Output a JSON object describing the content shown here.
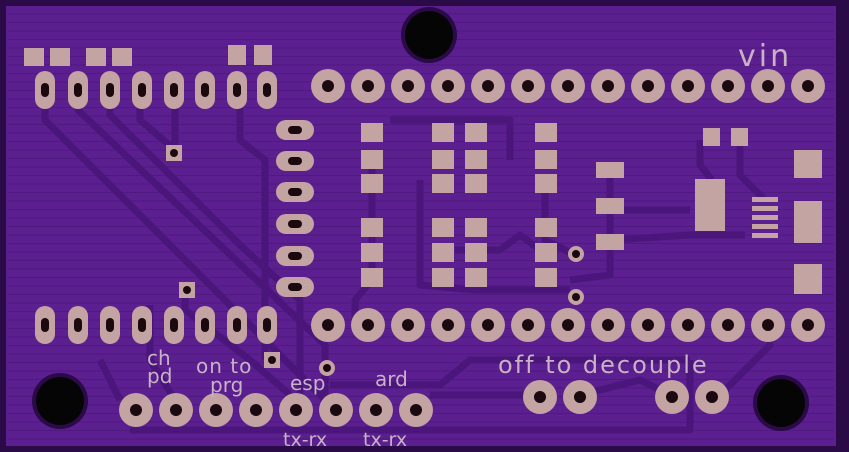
{
  "board": {
    "colors": {
      "edge": "#2a0a47",
      "substrate": "#5b1f8f",
      "copper_pour": "#4a1679",
      "trace": "#53198a",
      "pad": "#c4a3a3",
      "drill": "#1a0a10",
      "silkscreen": "#c9b1c6"
    },
    "labels": {
      "vin": "vin",
      "ch": "ch",
      "pd": "pd",
      "on_to": "on to",
      "prg": "prg",
      "esp": "esp",
      "ard": "ard",
      "off_to_decouple": "off to decouple",
      "tx_rx_left": "tx-rx",
      "tx_rx_right": "tx-rx"
    }
  }
}
